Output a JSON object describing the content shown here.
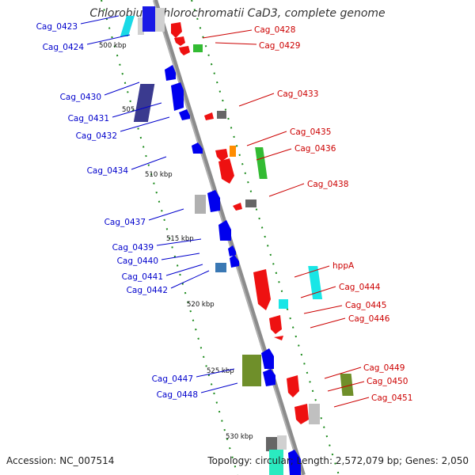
{
  "title": "Chlorobium chlorochromatii CaD3, complete genome",
  "footer": {
    "accession": "Accession: NC_007514",
    "summary": "Topology: circular; Length: 2,572,079 bp; Genes: 2,050"
  },
  "colors": {
    "forward_label": "#0000cc",
    "reverse_label": "#cc0000",
    "backbone": "#8c8c8c",
    "ruler": "#1a8a1a"
  },
  "scale_ticks": [
    "500 kbp",
    "505 kbp",
    "510 kbp",
    "515 kbp",
    "520 kbp",
    "525 kbp",
    "530 kbp"
  ],
  "gene_labels": {
    "left": [
      "Cag_0423",
      "Cag_0424",
      "Cag_0430",
      "Cag_0431",
      "Cag_0432",
      "Cag_0434",
      "Cag_0437",
      "Cag_0439",
      "Cag_0440",
      "Cag_0441",
      "Cag_0442",
      "Cag_0447",
      "Cag_0448"
    ],
    "right": [
      "Cag_0428",
      "Cag_0429",
      "Cag_0433",
      "Cag_0435",
      "Cag_0436",
      "Cag_0438",
      "hppA",
      "Cag_0444",
      "Cag_0445",
      "Cag_0446",
      "Cag_0449",
      "Cag_0450",
      "Cag_0451"
    ]
  }
}
